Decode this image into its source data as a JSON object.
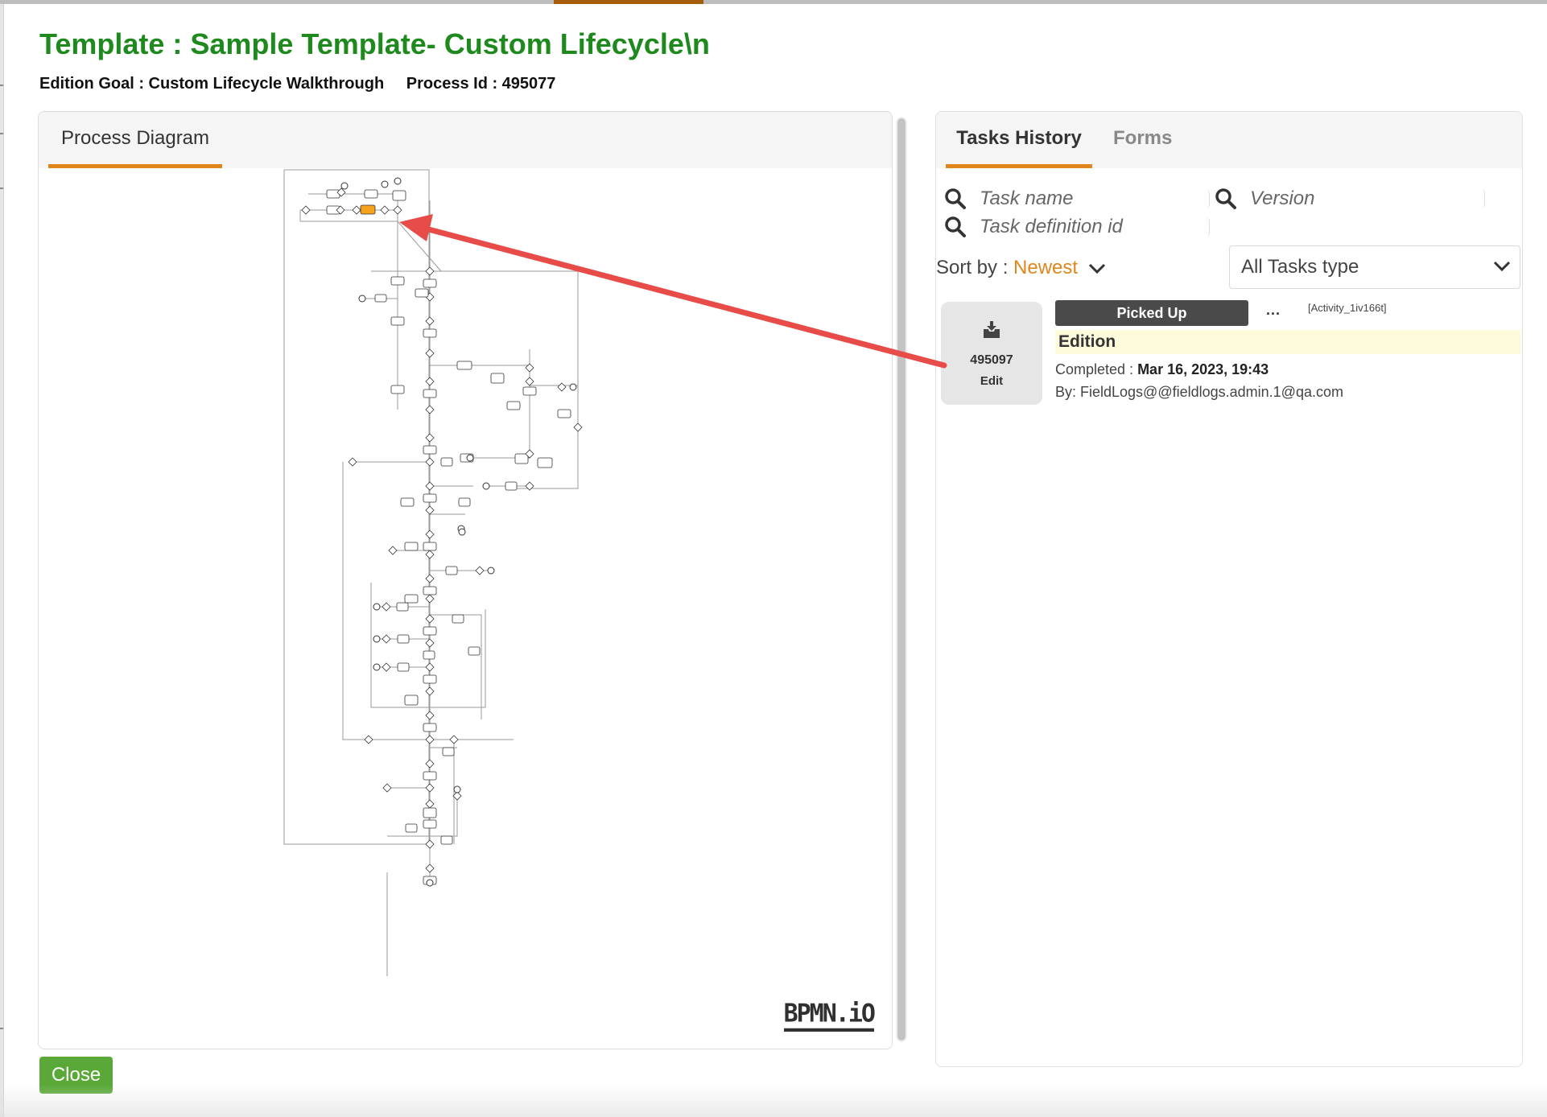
{
  "header": {
    "title": "Template : Sample Template- Custom Lifecycle\\n",
    "edition_goal": "Edition Goal : Custom Lifecycle Walkthrough",
    "process_id": "Process Id : 495077"
  },
  "left_panel": {
    "tab_label": "Process Diagram",
    "watermark": "BPMN.iO"
  },
  "right_panel": {
    "tabs": [
      {
        "label": "Tasks History",
        "active": true
      },
      {
        "label": "Forms",
        "active": false
      }
    ],
    "search": {
      "task_name_placeholder": "Task name",
      "version_placeholder": "Version",
      "task_def_placeholder": "Task definition id"
    },
    "sort": {
      "label": "Sort by : ",
      "value": "Newest"
    },
    "task_type_select": {
      "value": "All Tasks type"
    },
    "tasks": [
      {
        "id": "495097",
        "action": "Edit",
        "status": "Picked Up",
        "menu": "...",
        "activity_id": "[Activity_1iv166t]",
        "name": "Edition",
        "completed_label": "Completed : ",
        "completed_value": "Mar 16, 2023, 19:43",
        "by": "By: FieldLogs@@fieldlogs.admin.1@qa.com"
      }
    ]
  },
  "footer": {
    "close_label": "Close"
  },
  "colors": {
    "title_green": "#1e8a1e",
    "accent_orange": "#e0861c",
    "close_green": "#5aa838",
    "badge_dark": "#4a4a4a",
    "arrow_red": "#e84c48",
    "highlight_task": "#f7a21b"
  },
  "icons": [
    "search-icon",
    "chevron-down-icon",
    "inbox-download-icon"
  ]
}
